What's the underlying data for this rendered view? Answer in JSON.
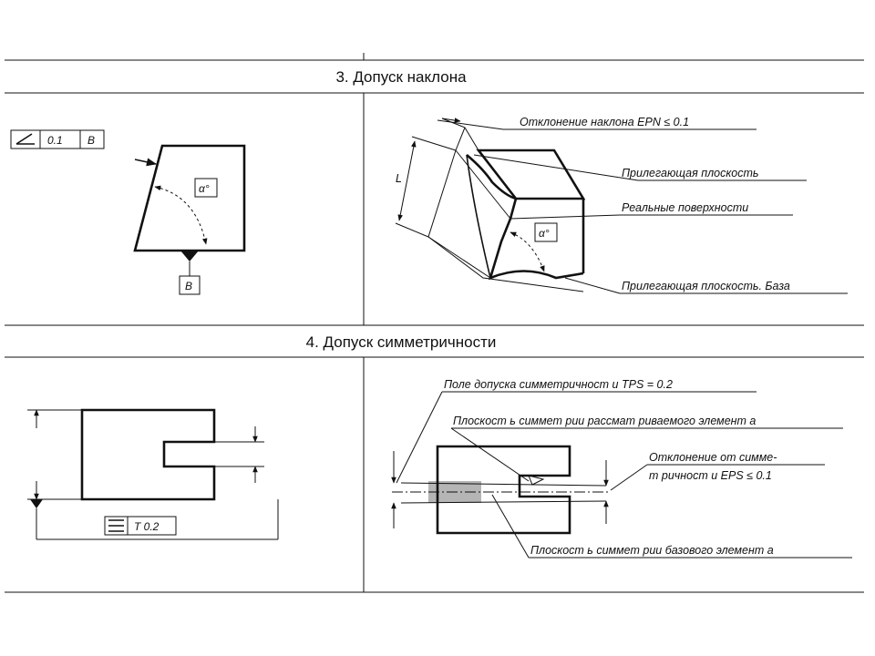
{
  "sections": {
    "angularity": {
      "title": "3. Допуск наклона",
      "frame": {
        "symbol": "angularity-icon",
        "tolerance": "0.1",
        "datum": "B"
      },
      "datum_box": "B",
      "angle": "α°",
      "labels": {
        "deviation": "Отклонение наклона EPN ≤ 0.1",
        "adjacent_plane": "Прилегающая плоскость",
        "real_surfaces": "Реальные поверхности",
        "adjacent_plane_base": "Прилегающая плоскость. База",
        "angle": "α°"
      }
    },
    "symmetry": {
      "title": "4. Допуск симметричности",
      "frame": {
        "symbol": "symmetry-icon",
        "tolerance": "T 0.2"
      },
      "labels": {
        "tolerance_zone": "Поле допуска симметричност и TPS = 0.2",
        "plane_considered": "Плоскост ь симмет рии рассмат риваемого элемент а",
        "deviation_line1": "Отклонение от симме-",
        "deviation_line2": "т ричност и EPS ≤ 0.1",
        "plane_base": "Плоскост ь симмет рии базового элемент а"
      }
    }
  }
}
